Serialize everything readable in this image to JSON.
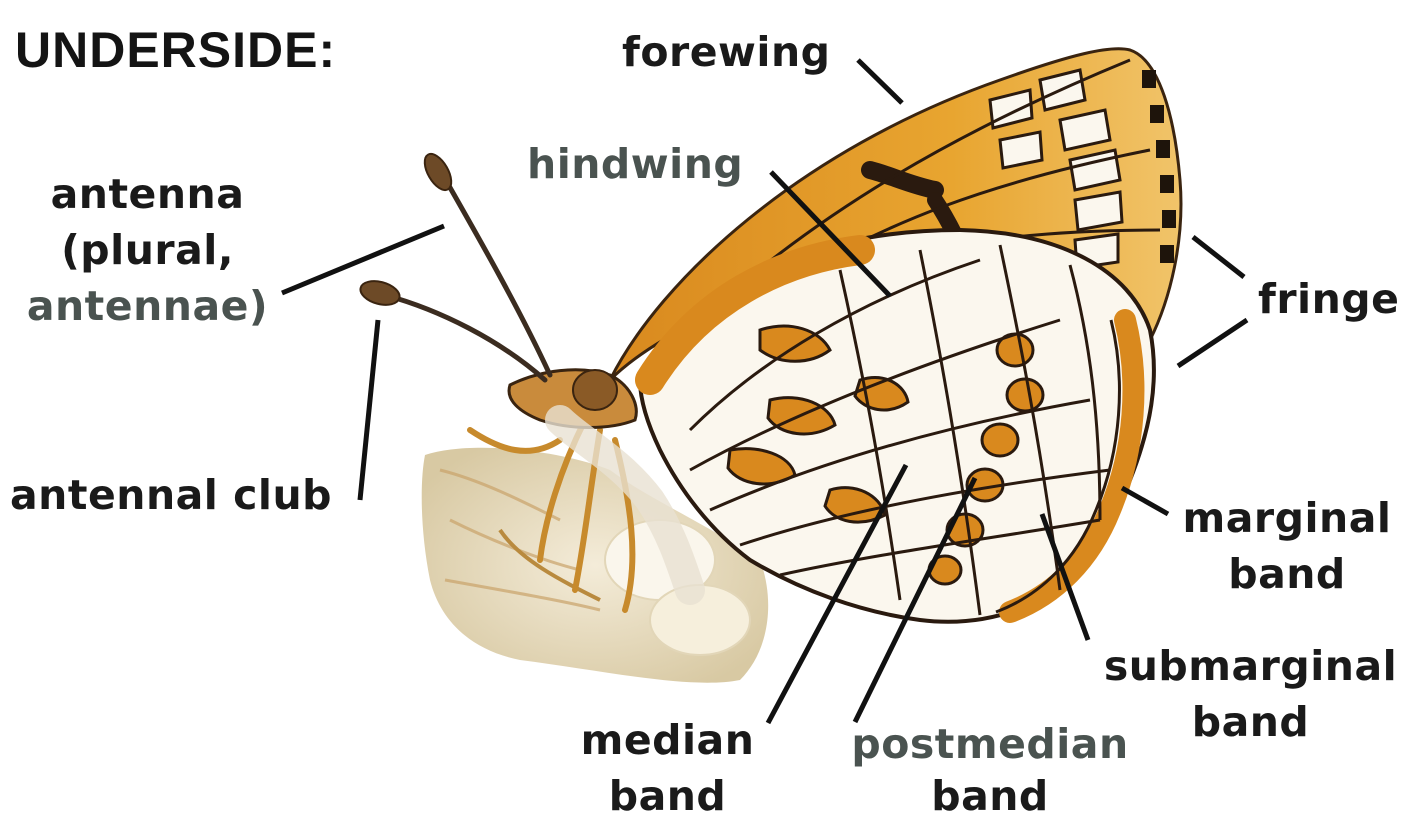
{
  "title": "UNDERSIDE:",
  "labels": {
    "forewing": "forewing",
    "hindwing": "hindwing",
    "antenna": [
      "antenna",
      "(plural,",
      "antennae)"
    ],
    "antennal_club": "antennal club",
    "fringe": "fringe",
    "marginal_band": [
      "marginal",
      "band"
    ],
    "submarginal_band": [
      "submarginal",
      "band"
    ],
    "median_band": [
      "median",
      "band"
    ],
    "postmedian_band": [
      "postmedian",
      "band"
    ]
  },
  "colors": {
    "wing_orange": "#d9891e",
    "vein_dark": "#2a1a0f",
    "text_dark": "#1a1a1a",
    "text_gray": "#4a5350"
  }
}
